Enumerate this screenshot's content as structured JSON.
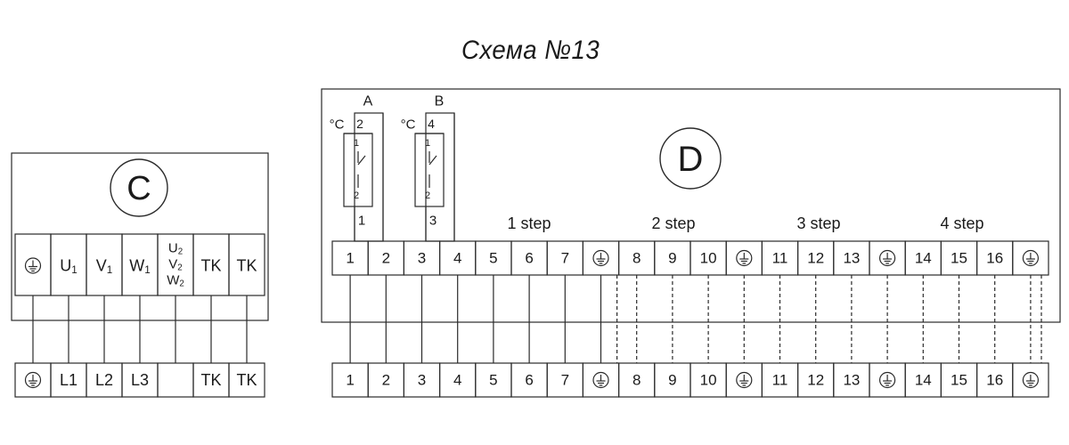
{
  "title": "Схема №13",
  "panel_c": {
    "label": "C",
    "top_terminals": [
      "ground",
      "U1",
      "V1",
      "W1",
      "U2V2W2",
      "TK",
      "TK"
    ],
    "bottom_terminals": [
      "ground",
      "L1",
      "L2",
      "L3",
      "",
      "TK",
      "TK"
    ],
    "glyphs": {
      "U": "U",
      "V": "V",
      "W": "W",
      "sub1": "1",
      "sub2": "2"
    }
  },
  "panel_d": {
    "label": "D",
    "thermostat_a": {
      "letter": "A",
      "unit": "°C",
      "top_pin": "2",
      "inner_top": "1",
      "inner_bottom": "2",
      "out_pin": "1"
    },
    "thermostat_b": {
      "letter": "B",
      "unit": "°C",
      "top_pin": "4",
      "inner_top": "1",
      "inner_bottom": "2",
      "out_pin": "3"
    },
    "steps": [
      "1 step",
      "2 step",
      "3 step",
      "4 step"
    ],
    "terminals": [
      "1",
      "2",
      "3",
      "4",
      "5",
      "6",
      "7",
      "ground",
      "8",
      "9",
      "10",
      "ground",
      "11",
      "12",
      "13",
      "ground",
      "14",
      "15",
      "16",
      "ground"
    ],
    "bottom_terminals": [
      "1",
      "2",
      "3",
      "4",
      "5",
      "6",
      "7",
      "ground",
      "8",
      "9",
      "10",
      "ground",
      "11",
      "12",
      "13",
      "ground",
      "14",
      "15",
      "16",
      "ground"
    ],
    "dashed_from_index": 8
  }
}
